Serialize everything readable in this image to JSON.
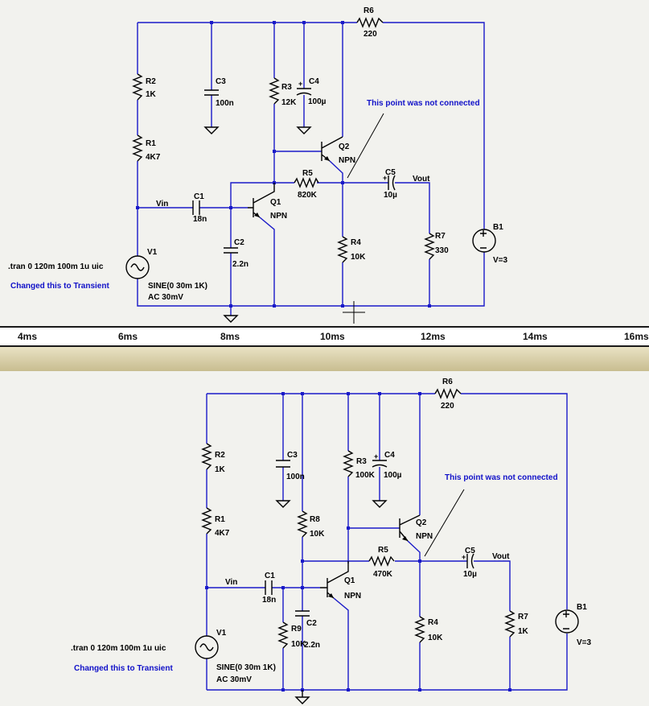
{
  "top": {
    "comp": {
      "R6": {
        "name": "R6",
        "value": "220"
      },
      "R2": {
        "name": "R2",
        "value": "1K"
      },
      "C3": {
        "name": "C3",
        "value": "100n"
      },
      "R3": {
        "name": "R3",
        "value": "12K"
      },
      "C4": {
        "name": "C4",
        "value": "100µ"
      },
      "R1": {
        "name": "R1",
        "value": "4K7"
      },
      "Q2": {
        "name": "Q2",
        "value": "NPN"
      },
      "R5": {
        "name": "R5",
        "value": "820K"
      },
      "C5": {
        "name": "C5",
        "value": "10µ"
      },
      "C1": {
        "name": "C1",
        "value": "18n"
      },
      "Q1": {
        "name": "Q1",
        "value": "NPN"
      },
      "C2": {
        "name": "C2",
        "value": "2.2n"
      },
      "R4": {
        "name": "R4",
        "value": "10K"
      },
      "R7": {
        "name": "R7",
        "value": "330"
      },
      "B1": {
        "name": "B1",
        "value": "V=3"
      },
      "V1": {
        "name": "V1",
        "value1": "SINE(0 30m 1K)",
        "value2": "AC 30mV"
      }
    },
    "vin": "Vin",
    "vout": "Vout",
    "note": "This point was not connected",
    "tran": ".tran 0 120m 100m 1u uic",
    "changed": "Changed this to Transient"
  },
  "ruler": [
    "4ms",
    "6ms",
    "8ms",
    "10ms",
    "12ms",
    "14ms",
    "16ms"
  ],
  "bottom": {
    "comp": {
      "R6": {
        "name": "R6",
        "value": "220"
      },
      "R2": {
        "name": "R2",
        "value": "1K"
      },
      "C3": {
        "name": "C3",
        "value": "100n"
      },
      "R3": {
        "name": "R3",
        "value": "100K"
      },
      "C4": {
        "name": "C4",
        "value": "100µ"
      },
      "R8": {
        "name": "R8",
        "value": "10K"
      },
      "R1": {
        "name": "R1",
        "value": "4K7"
      },
      "Q2": {
        "name": "Q2",
        "value": "NPN"
      },
      "R5": {
        "name": "R5",
        "value": "470K"
      },
      "C5": {
        "name": "C5",
        "value": "10µ"
      },
      "C1": {
        "name": "C1",
        "value": "18n"
      },
      "Q1": {
        "name": "Q1",
        "value": "NPN"
      },
      "R9": {
        "name": "R9",
        "value": "10K"
      },
      "C2": {
        "name": "C2",
        "value": "2.2n"
      },
      "R4": {
        "name": "R4",
        "value": "10K"
      },
      "R7": {
        "name": "R7",
        "value": "1K"
      },
      "B1": {
        "name": "B1",
        "value": "V=3"
      },
      "V1": {
        "name": "V1",
        "value1": "SINE(0 30m 1K)",
        "value2": "AC 30mV"
      }
    },
    "vin": "Vin",
    "vout": "Vout",
    "note": "This point was not connected",
    "tran": ".tran 0 120m 100m 1u uic",
    "changed": "Changed this to Transient"
  }
}
